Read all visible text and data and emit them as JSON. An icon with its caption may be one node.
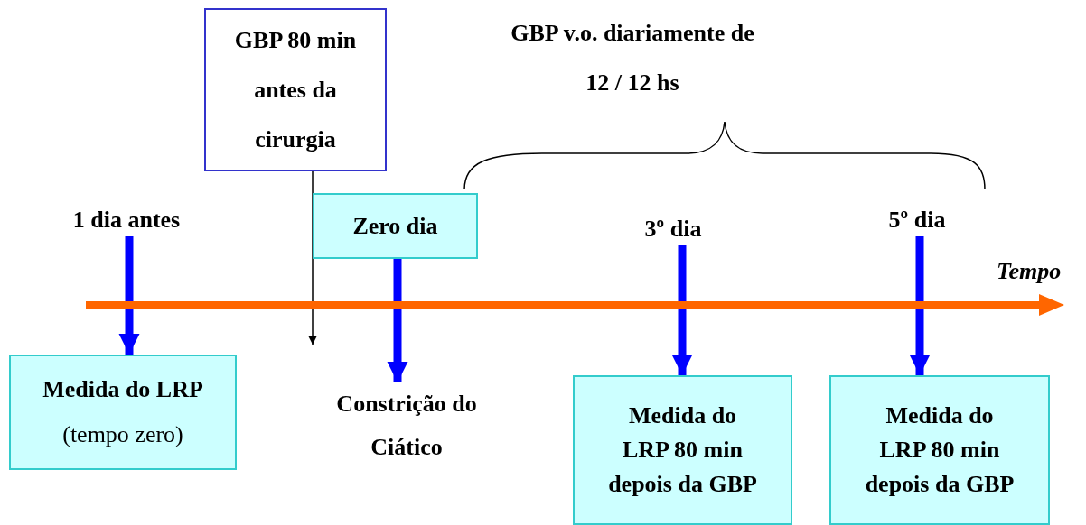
{
  "diagram": {
    "nodes": [
      {
        "text": [
          "GBP 80 min antes da cirurgia"
        ]
      },
      {
        "text": [
          "1 dia antes"
        ]
      },
      {
        "text": [
          "Zero dia"
        ]
      },
      {
        "text": [
          "3º dia"
        ]
      },
      {
        "text": [
          "5º dia"
        ]
      },
      {
        "text": [
          "Medida do LRP",
          "(tempo zero)"
        ]
      },
      {
        "text": [
          "Constrição do Ciático"
        ]
      },
      {
        "text": [
          "Medida do LRP 80 min depois da GBP"
        ]
      },
      {
        "text": [
          "Medida do LRP 80 min depois da GBP"
        ]
      }
    ],
    "edges": [
      {
        "from": 1,
        "to": 5,
        "arrow": "to"
      },
      {
        "from": 2,
        "to": 6,
        "arrow": "to"
      },
      {
        "from": 3,
        "to": 7,
        "arrow": "to"
      },
      {
        "from": 4,
        "to": 8,
        "arrow": "to"
      },
      {
        "from": 0,
        "to": null,
        "arrow": "to",
        "color": "#000000"
      }
    ],
    "labels": [
      "GBP v.o. diariamente de",
      "12 / 12 hs",
      "Tempo"
    ]
  }
}
